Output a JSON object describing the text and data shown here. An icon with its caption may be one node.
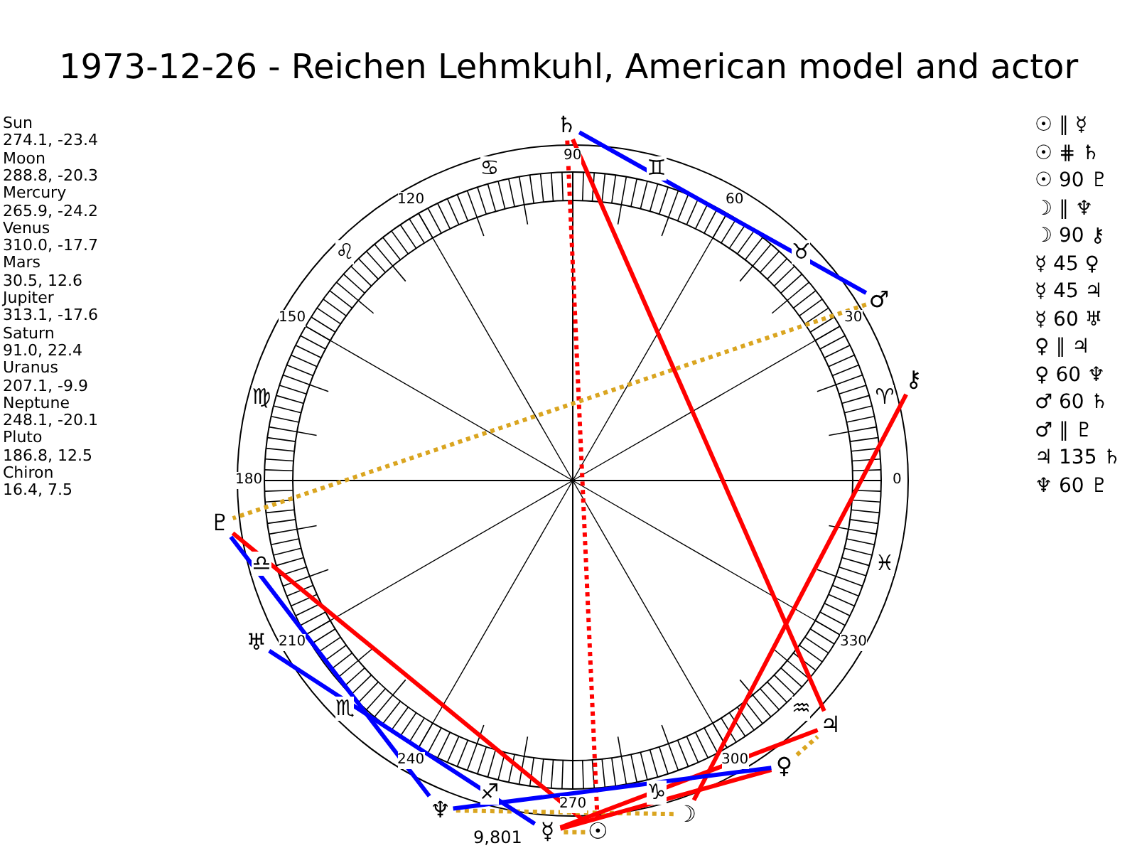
{
  "diagram": {
    "title": "1973-12-26 - Reichen Lehmkuhl, American model and actor",
    "nodes": [
      {
        "text": [
          "☉"
        ]
      },
      {
        "text": [
          "☽"
        ]
      },
      {
        "text": [
          "☿"
        ]
      },
      {
        "text": [
          "♀"
        ]
      },
      {
        "text": [
          "♂"
        ]
      },
      {
        "text": [
          "♃"
        ]
      },
      {
        "text": [
          "♄"
        ]
      },
      {
        "text": [
          "♅"
        ]
      },
      {
        "text": [
          "♆"
        ]
      },
      {
        "text": [
          "♇"
        ]
      },
      {
        "text": [
          "⚷"
        ]
      }
    ],
    "edges": [
      {
        "from": 0,
        "to": 2,
        "arrow": "none",
        "style": "dashed",
        "color": "#daa520"
      },
      {
        "from": 0,
        "to": 6,
        "arrow": "none",
        "style": "dashed"
      },
      {
        "from": 0,
        "to": 9,
        "arrow": "none"
      },
      {
        "from": 1,
        "to": 8,
        "arrow": "none",
        "style": "dashed",
        "color": "#daa520"
      },
      {
        "from": 1,
        "to": 10,
        "arrow": "none"
      },
      {
        "from": 2,
        "to": 3,
        "arrow": "none"
      },
      {
        "from": 2,
        "to": 5,
        "arrow": "none"
      },
      {
        "from": 2,
        "to": 7,
        "arrow": "none",
        "color": "#0000ff"
      },
      {
        "from": 3,
        "to": 5,
        "arrow": "none",
        "style": "dashed",
        "color": "#daa520"
      },
      {
        "from": 3,
        "to": 8,
        "arrow": "none",
        "color": "#0000ff"
      },
      {
        "from": 4,
        "to": 6,
        "arrow": "none",
        "color": "#0000ff"
      },
      {
        "from": 4,
        "to": 9,
        "arrow": "none",
        "style": "dashed",
        "color": "#daa520"
      },
      {
        "from": 5,
        "to": 6,
        "arrow": "none"
      },
      {
        "from": 8,
        "to": 9,
        "arrow": "none",
        "color": "#0000ff"
      }
    ],
    "labels": [
      "Sun",
      "274.1, -23.4",
      "Moon",
      "288.8, -20.3",
      "Mercury",
      "265.9, -24.2",
      "Venus",
      "310.0, -17.7",
      "Mars",
      "30.5, 12.6",
      "Jupiter",
      "313.1, -17.6",
      "Saturn",
      "91.0, 22.4",
      "Uranus",
      "207.1, -9.9",
      "Neptune",
      "248.1, -20.1",
      "Pluto",
      "186.8, 12.5",
      "Chiron",
      "16.4, 7.5",
      "0",
      "30",
      "60",
      "90",
      "120",
      "150",
      "180",
      "210",
      "240",
      "270",
      "300",
      "330",
      "♈",
      "♉",
      "♊",
      "♋",
      "♌",
      "♍",
      "♎",
      "♏",
      "♐",
      "♑",
      "♒",
      "♓",
      "9,801",
      "☉ ∥ ☿",
      "☉ ⋕ ♄",
      "☉ 90 ♇",
      "☽ ∥ ♆",
      "☽ 90 ⚷",
      "☿ 45 ♀",
      "☿ 45 ♃",
      "☿ 60 ♅",
      "♀ ∥ ♃",
      "♀ 60 ♆",
      "♂ 60 ♄",
      "♂ ∥ ♇",
      "♃ 135 ♄",
      "♆ 60 ♇"
    ]
  }
}
